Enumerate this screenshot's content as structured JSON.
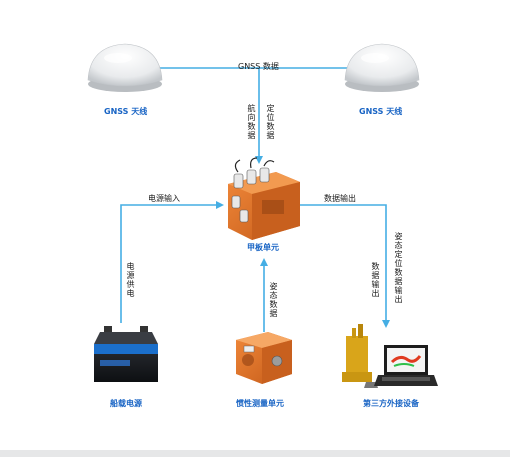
{
  "diagram": {
    "nodes": {
      "gnss_left": {
        "label": "GNSS 天线"
      },
      "gnss_right": {
        "label": "GNSS 天线"
      },
      "deck_unit": {
        "label": "甲板单元"
      },
      "battery": {
        "label": "船载电源"
      },
      "imu": {
        "label": "惯性测量单元"
      },
      "third_party": {
        "label": "第三方外接设备"
      }
    },
    "edges": {
      "gnss_data": "GNSS 数据",
      "heading_data": "航向数据",
      "position_data": "定位数据",
      "power_input": "电源输入",
      "power_supply": "电源供电",
      "data_output": "数据输出",
      "attitude_data": "姿态数据",
      "data_output_vertical": "数据输出",
      "attitude_position_output": "姿态定位数据输出"
    },
    "colors": {
      "connector": "#45aee4",
      "caption": "#1763c4",
      "unit_orange": "#e07a2c"
    }
  }
}
